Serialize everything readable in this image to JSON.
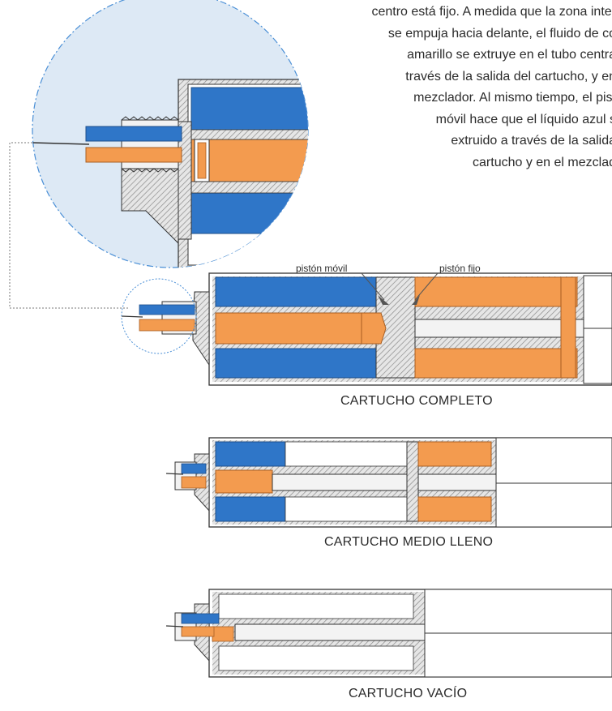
{
  "paragraph": {
    "lines": [
      "centro está fijo. A medida que la zona inter",
      "se empuja hacia delante, el fluido de co",
      "amarillo se extruye en el tubo centra",
      "través de la salida del cartucho, y en",
      "mezclador. Al mismo tiempo, el pist",
      "móvil hace que el líquido azul s",
      "extruido a través de la salida",
      "cartucho y en el mezclad"
    ]
  },
  "labels": {
    "moving_piston": "pistón móvil",
    "fixed_piston": "pistón fijo"
  },
  "captions": {
    "full": "CARTUCHO COMPLETO",
    "half": "CARTUCHO MEDIO LLENO",
    "empty": "CARTUCHO VACÍO"
  },
  "colors": {
    "blue": "#2f76c8",
    "orange": "#f39b4f",
    "zoom_bg": "#dde9f5",
    "outline": "#333333",
    "hatch": "#8a8a8a"
  }
}
